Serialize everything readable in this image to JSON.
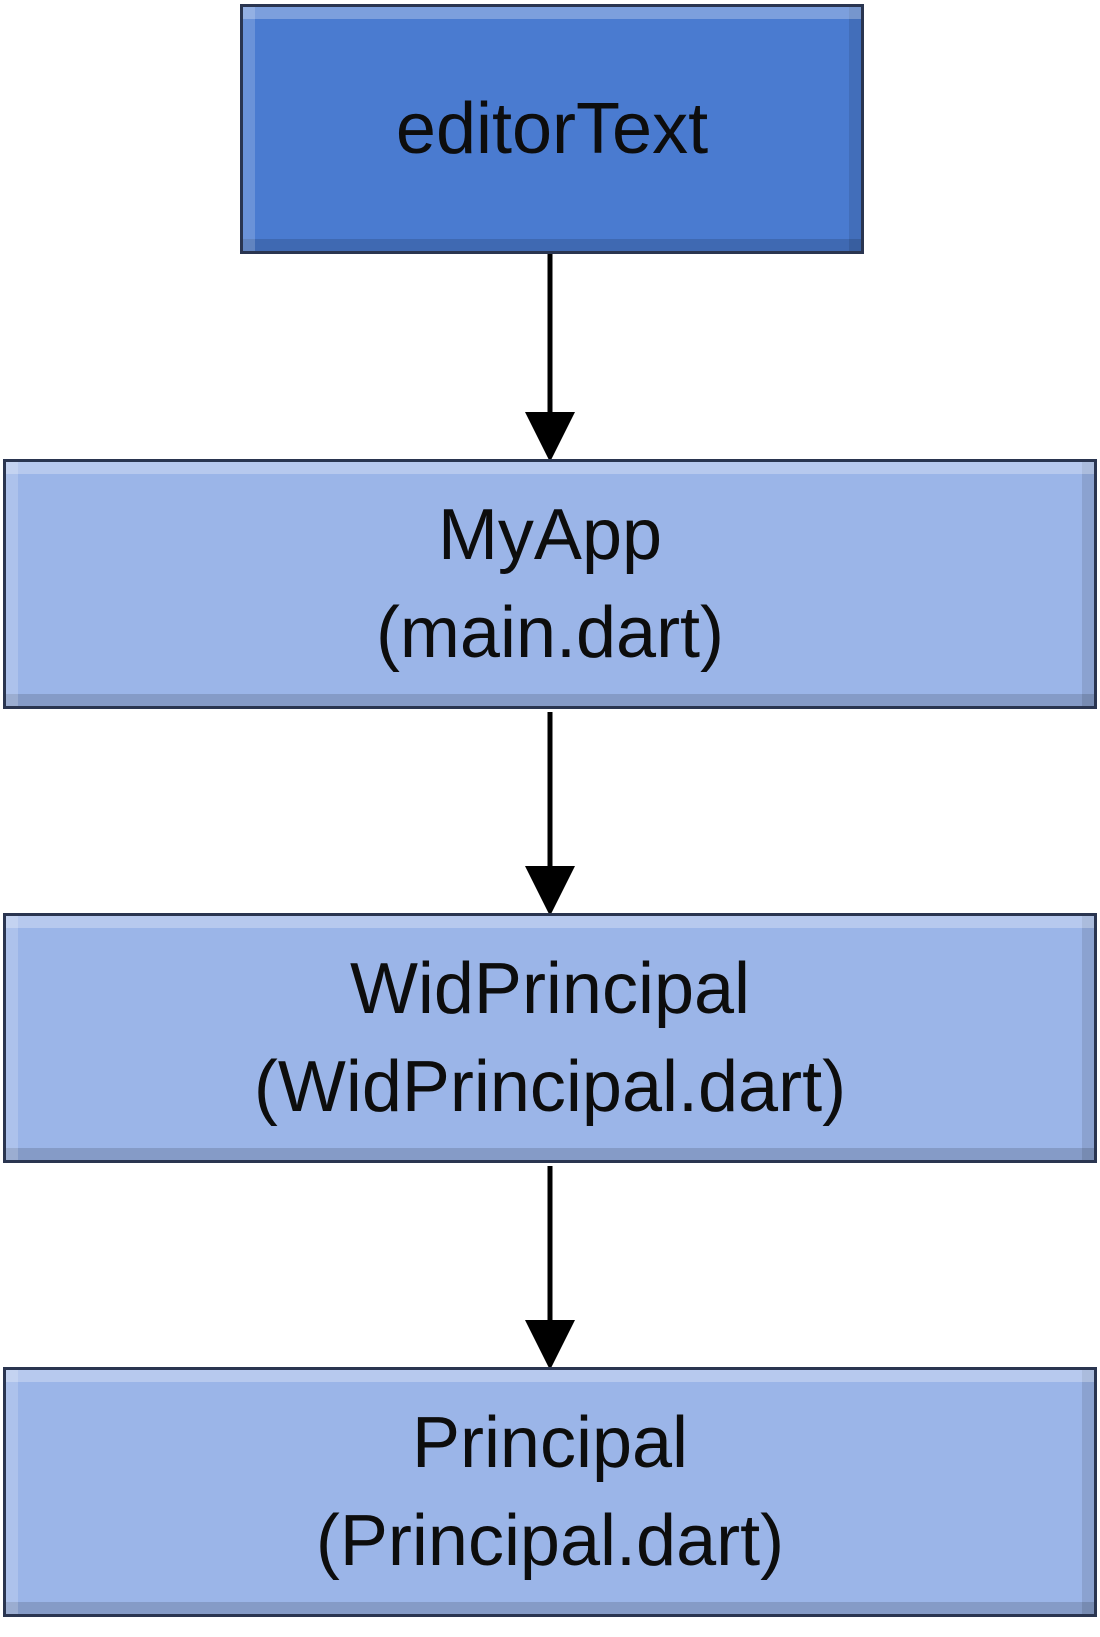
{
  "diagram": {
    "nodes": [
      {
        "id": "editorText",
        "lines": [
          "editorText"
        ],
        "fill": "#4a7bd0"
      },
      {
        "id": "MyApp",
        "lines": [
          "MyApp",
          "(main.dart)"
        ],
        "fill": "#9bb5e8"
      },
      {
        "id": "WidPrincipal",
        "lines": [
          "WidPrincipal",
          "(WidPrincipal.dart)"
        ],
        "fill": "#9bb5e8"
      },
      {
        "id": "Principal",
        "lines": [
          "Principal",
          "(Principal.dart)"
        ],
        "fill": "#9bb5e8"
      }
    ],
    "edges": [
      {
        "from": "editorText",
        "to": "MyApp"
      },
      {
        "from": "MyApp",
        "to": "WidPrincipal"
      },
      {
        "from": "WidPrincipal",
        "to": "Principal"
      }
    ],
    "edge_color": "#000000"
  }
}
